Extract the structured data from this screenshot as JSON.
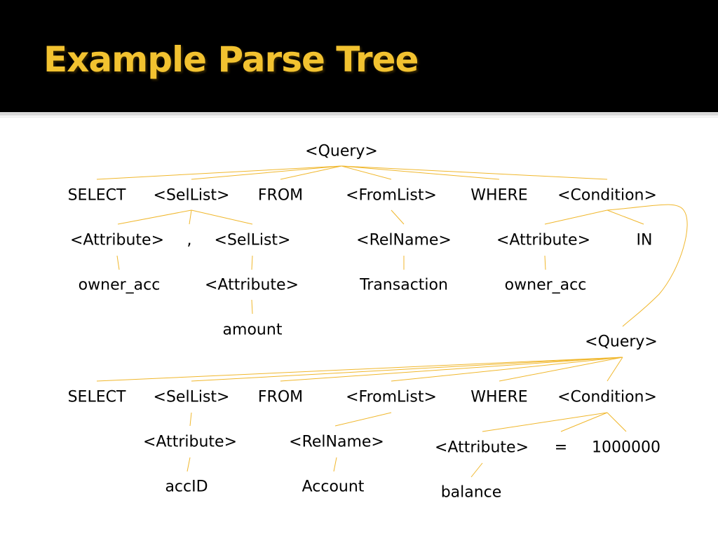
{
  "slide": {
    "title": "Example Parse Tree",
    "accent_color": "#f0b72c",
    "title_color": "#f2c230",
    "header_color": "#000000"
  },
  "tree": {
    "outer": {
      "root": "<Query>",
      "select": "SELECT",
      "sellist": "<SelList>",
      "from": "FROM",
      "fromlist": "<FromList>",
      "where": "WHERE",
      "condition": "<Condition>",
      "attribute_1": "<Attribute>",
      "comma": ",",
      "sellist_2": "<SelList>",
      "relname": "<RelName>",
      "cond_attribute": "<Attribute>",
      "in": "IN",
      "owner_acc_1": "owner_acc",
      "attribute_2": "<Attribute>",
      "transaction": "Transaction",
      "owner_acc_2": "owner_acc",
      "amount": "amount"
    },
    "subquery": {
      "root": "<Query>",
      "select": "SELECT",
      "sellist": "<SelList>",
      "from": "FROM",
      "fromlist": "<FromList>",
      "where": "WHERE",
      "condition": "<Condition>",
      "attribute": "<Attribute>",
      "relname": "<RelName>",
      "cond_attribute": "<Attribute>",
      "equals": "=",
      "value": "1000000",
      "accid": "accID",
      "account": "Account",
      "balance": "balance"
    }
  }
}
